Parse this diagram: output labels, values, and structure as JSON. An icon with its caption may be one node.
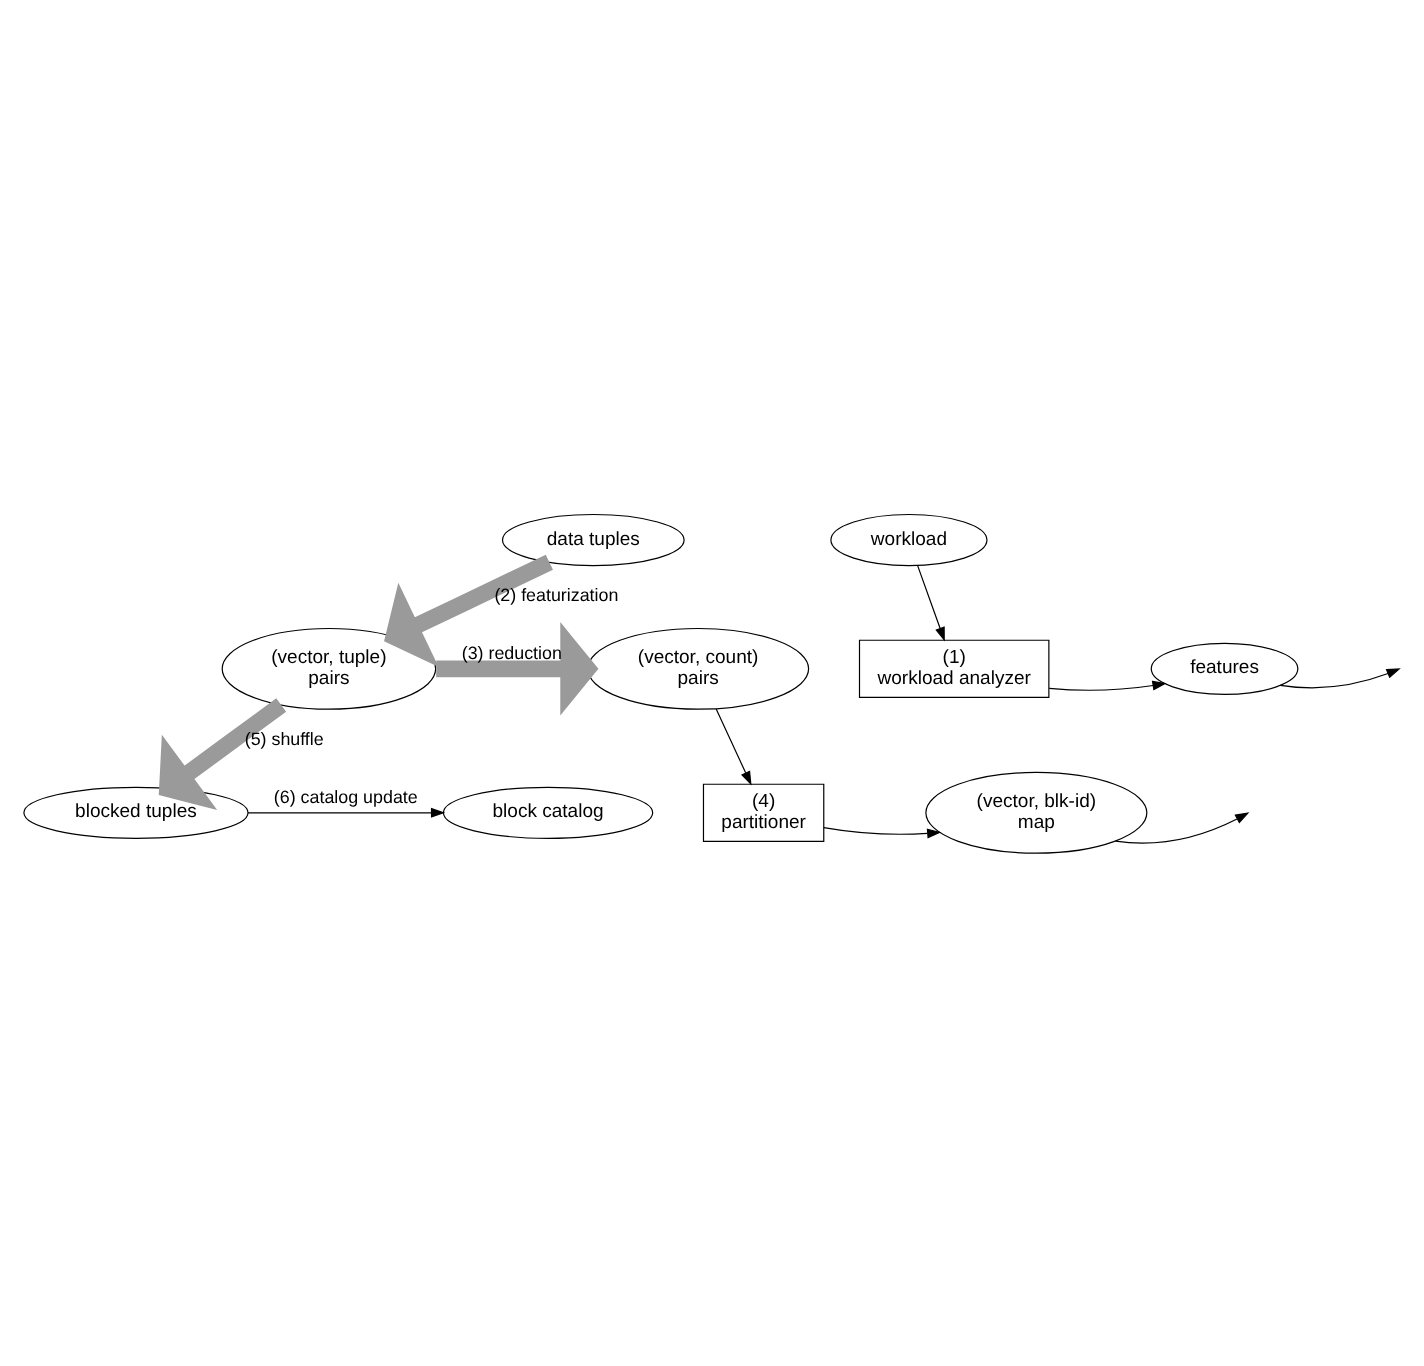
{
  "diagram": {
    "nodes": [
      {
        "text": [
          "data tuples"
        ]
      },
      {
        "text": [
          "workload"
        ]
      },
      {
        "text": [
          "(1)",
          "workload analyzer"
        ]
      },
      {
        "text": [
          "features"
        ]
      },
      {
        "text": [
          "(vector, tuple)",
          "pairs"
        ]
      },
      {
        "text": [
          "(vector, count)",
          "pairs"
        ]
      },
      {
        "text": [
          "(4)",
          "partitioner"
        ]
      },
      {
        "text": [
          "(vector, blk-id)",
          "map"
        ]
      },
      {
        "text": [
          "blocked tuples"
        ]
      },
      {
        "text": [
          "block catalog"
        ]
      }
    ],
    "edges": [
      {
        "from": 0,
        "to": 4,
        "arrow": "to",
        "label": "(2) featurization",
        "style": "thick",
        "color": "#9a9a9a"
      },
      {
        "from": 1,
        "to": 2,
        "arrow": "to"
      },
      {
        "from": 2,
        "to": 3,
        "arrow": "to"
      },
      {
        "from": 3,
        "to": null,
        "arrow": "to"
      },
      {
        "from": 4,
        "to": 5,
        "arrow": "to",
        "label": "(3) reduction",
        "style": "thick",
        "color": "#9a9a9a"
      },
      {
        "from": 5,
        "to": 6,
        "arrow": "to"
      },
      {
        "from": 6,
        "to": 7,
        "arrow": "to"
      },
      {
        "from": 7,
        "to": null,
        "arrow": "to"
      },
      {
        "from": 4,
        "to": 8,
        "arrow": "to",
        "label": "(5) shuffle",
        "style": "thick",
        "color": "#9a9a9a"
      },
      {
        "from": 8,
        "to": 9,
        "arrow": "to",
        "label": "(6) catalog update"
      }
    ]
  }
}
